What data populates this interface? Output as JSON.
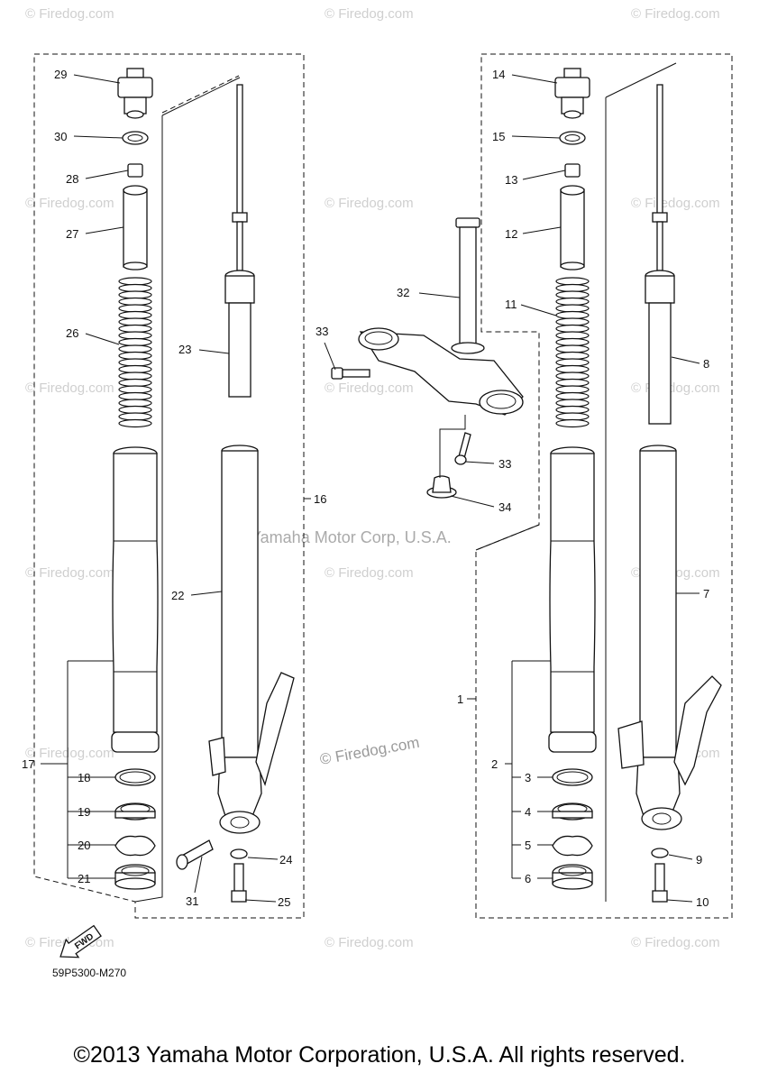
{
  "watermark": "© Firedog.com",
  "center_watermark": "Yamaha Motor Corp, U.S.A.",
  "diagram_code": "59P5300-M270",
  "fwd_label": "FWD",
  "copyright": "©2013 Yamaha Motor Corporation, U.S.A. All rights reserved.",
  "labels": {
    "p1": "1",
    "p2": "2",
    "p3": "3",
    "p4": "4",
    "p5": "5",
    "p6": "6",
    "p7": "7",
    "p8": "8",
    "p9": "9",
    "p10": "10",
    "p11": "11",
    "p12": "12",
    "p13": "13",
    "p14": "14",
    "p15": "15",
    "p16": "16",
    "p17": "17",
    "p18": "18",
    "p19": "19",
    "p20": "20",
    "p21": "21",
    "p22": "22",
    "p23": "23",
    "p24": "24",
    "p25": "25",
    "p26": "26",
    "p27": "27",
    "p28": "28",
    "p29": "29",
    "p30": "30",
    "p31": "31",
    "p32": "32",
    "p33a": "33",
    "p33b": "33",
    "p34": "34"
  }
}
